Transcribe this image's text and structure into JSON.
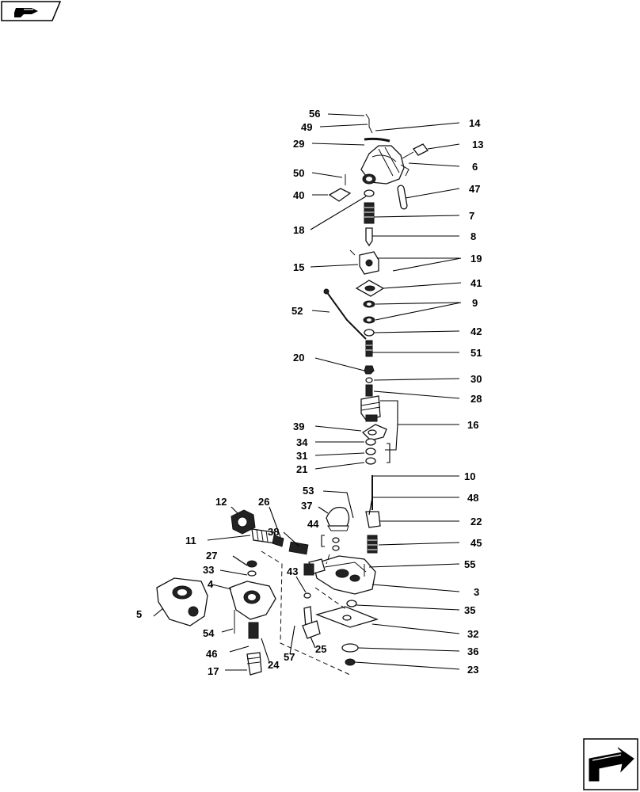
{
  "nav": {
    "top_icon": "hand-pointer-icon",
    "next_icon": "next-page-arrow-icon"
  },
  "callouts": [
    {
      "id": "c56",
      "label": "56"
    },
    {
      "id": "c49",
      "label": "49"
    },
    {
      "id": "c29",
      "label": "29"
    },
    {
      "id": "c50",
      "label": "50"
    },
    {
      "id": "c40",
      "label": "40"
    },
    {
      "id": "c18",
      "label": "18"
    },
    {
      "id": "c15",
      "label": "15"
    },
    {
      "id": "c52",
      "label": "52"
    },
    {
      "id": "c20",
      "label": "20"
    },
    {
      "id": "c39",
      "label": "39"
    },
    {
      "id": "c34",
      "label": "34"
    },
    {
      "id": "c31",
      "label": "31"
    },
    {
      "id": "c21",
      "label": "21"
    },
    {
      "id": "c53",
      "label": "53"
    },
    {
      "id": "c37",
      "label": "37"
    },
    {
      "id": "c44",
      "label": "44"
    },
    {
      "id": "c12",
      "label": "12"
    },
    {
      "id": "c26",
      "label": "26"
    },
    {
      "id": "c11",
      "label": "11"
    },
    {
      "id": "c38",
      "label": "38"
    },
    {
      "id": "c27",
      "label": "27"
    },
    {
      "id": "c33",
      "label": "33"
    },
    {
      "id": "c4",
      "label": "4"
    },
    {
      "id": "c5",
      "label": "5"
    },
    {
      "id": "c43",
      "label": "43"
    },
    {
      "id": "c54",
      "label": "54"
    },
    {
      "id": "c46",
      "label": "46"
    },
    {
      "id": "c24",
      "label": "24"
    },
    {
      "id": "c57",
      "label": "57"
    },
    {
      "id": "c25",
      "label": "25"
    },
    {
      "id": "c17",
      "label": "17"
    },
    {
      "id": "c14",
      "label": "14"
    },
    {
      "id": "c13",
      "label": "13"
    },
    {
      "id": "c6",
      "label": "6"
    },
    {
      "id": "c47",
      "label": "47"
    },
    {
      "id": "c7",
      "label": "7"
    },
    {
      "id": "c8",
      "label": "8"
    },
    {
      "id": "c19",
      "label": "19"
    },
    {
      "id": "c41",
      "label": "41"
    },
    {
      "id": "c9",
      "label": "9"
    },
    {
      "id": "c42",
      "label": "42"
    },
    {
      "id": "c51",
      "label": "51"
    },
    {
      "id": "c30",
      "label": "30"
    },
    {
      "id": "c28",
      "label": "28"
    },
    {
      "id": "c16",
      "label": "16"
    },
    {
      "id": "c10",
      "label": "10"
    },
    {
      "id": "c48",
      "label": "48"
    },
    {
      "id": "c22",
      "label": "22"
    },
    {
      "id": "c45",
      "label": "45"
    },
    {
      "id": "c55",
      "label": "55"
    },
    {
      "id": "c3",
      "label": "3"
    },
    {
      "id": "c35",
      "label": "35"
    },
    {
      "id": "c32",
      "label": "32"
    },
    {
      "id": "c36",
      "label": "36"
    },
    {
      "id": "c23",
      "label": "23"
    }
  ]
}
